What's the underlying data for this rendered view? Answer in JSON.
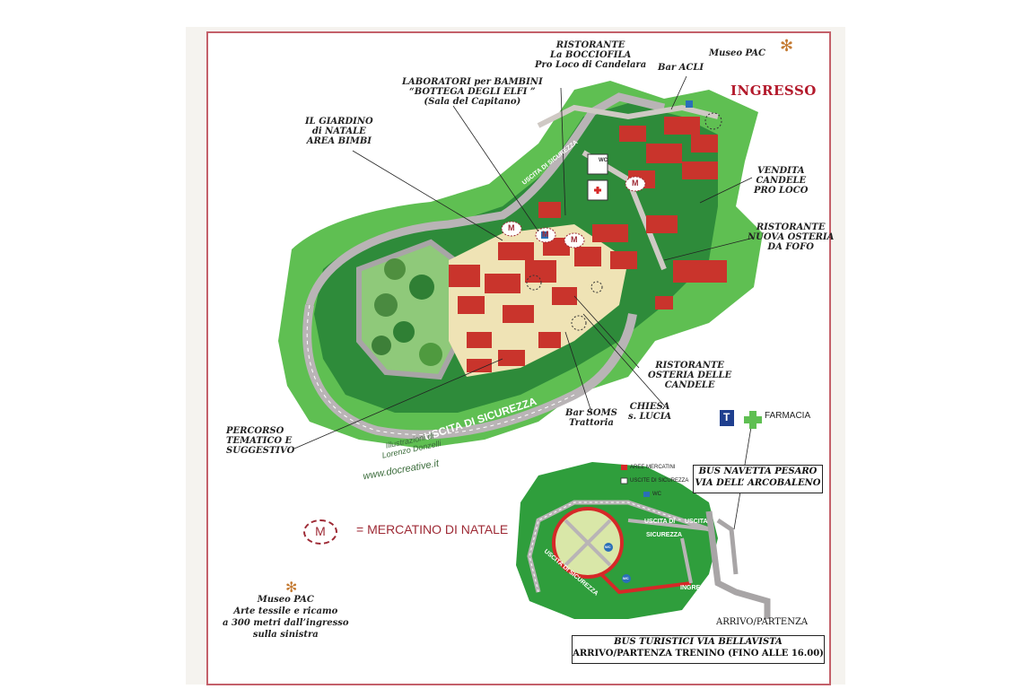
{
  "labels": {
    "museo_pac_top": "Museo PAC",
    "ingresso": "INGRESSO",
    "bar_acli": "Bar ACLI",
    "ristorante_bocciofila": "RISTORANTE\nLa BOCCIOFILA\nPro Loco di Candelara",
    "laboratori": "LABORATORI per BAMBINI\n“BOTTEGA DEGLI ELFI ”\n(Sala del Capitano)",
    "giardino": "IL GIARDINO\ndi NATALE\nAREA BIMBI",
    "vendita_candele": "VENDITA\nCANDELE\nPRO LOCO",
    "ristorante_osteria_fofo": "RISTORANTE\nNUOVA OSTERIA\nDA FOFO",
    "ristorante_osteria_candele": "RISTORANTE\nOSTERIA DELLE\nCANDELE",
    "chiesa": "CHIESA\ns. LUCIA",
    "bar_soms": "Bar SOMS\nTrattoria",
    "percorso": "PERCORSO\nTEMATICO E\nSUGGESTIVO",
    "uscita_big": "USCITA DI SICUREZZA",
    "uscita_small": "USCITA DI SICUREZZA",
    "farmacia": "FARMACIA",
    "museo_pac_bottom": "Museo PAC\nArte tessile e ricamo\na 300 metri dall’ingresso\nsulla sinistra",
    "arrivo_partenza": "ARRIVO/PARTENZA"
  },
  "icons": {
    "wc": "WC",
    "mercatino_marker": "M",
    "info": "T"
  },
  "legend": {
    "marker": "M",
    "text": "= MERCATINO DI NATALE"
  },
  "credits": {
    "illustrazioni": "Illustrazioni di\nLorenzo Donzelli",
    "website": "www.docreative.it"
  },
  "boxes": {
    "bus_navetta": "BUS NAVETTA PESARO\nVIA DELL’ ARCOBALENO",
    "bus_turistici_1": "BUS TURISTICI  VIA BELLAVISTA",
    "bus_turistici_2": "ARRIVO/PARTENZA TRENINO (FINO ALLE 16.00)"
  },
  "inset": {
    "legend_aree": "AREE MERCATINI",
    "legend_uscite": "USCITE DI SICUREZZA",
    "legend_wc": "WC",
    "uscita_di": "USCITA DI",
    "sicurezza": "SICUREZZA",
    "uscita": "USCITA",
    "uscita_sicurezza": "USCITA DI SICUREZZA",
    "ingresso": "INGRESSO",
    "wc": "WC"
  },
  "colors": {
    "green_light": "#5fbf52",
    "green_dark": "#2e8b3a",
    "road": "#b9b4b6",
    "roof": "#c9342c",
    "accent": "#9e2a35"
  }
}
